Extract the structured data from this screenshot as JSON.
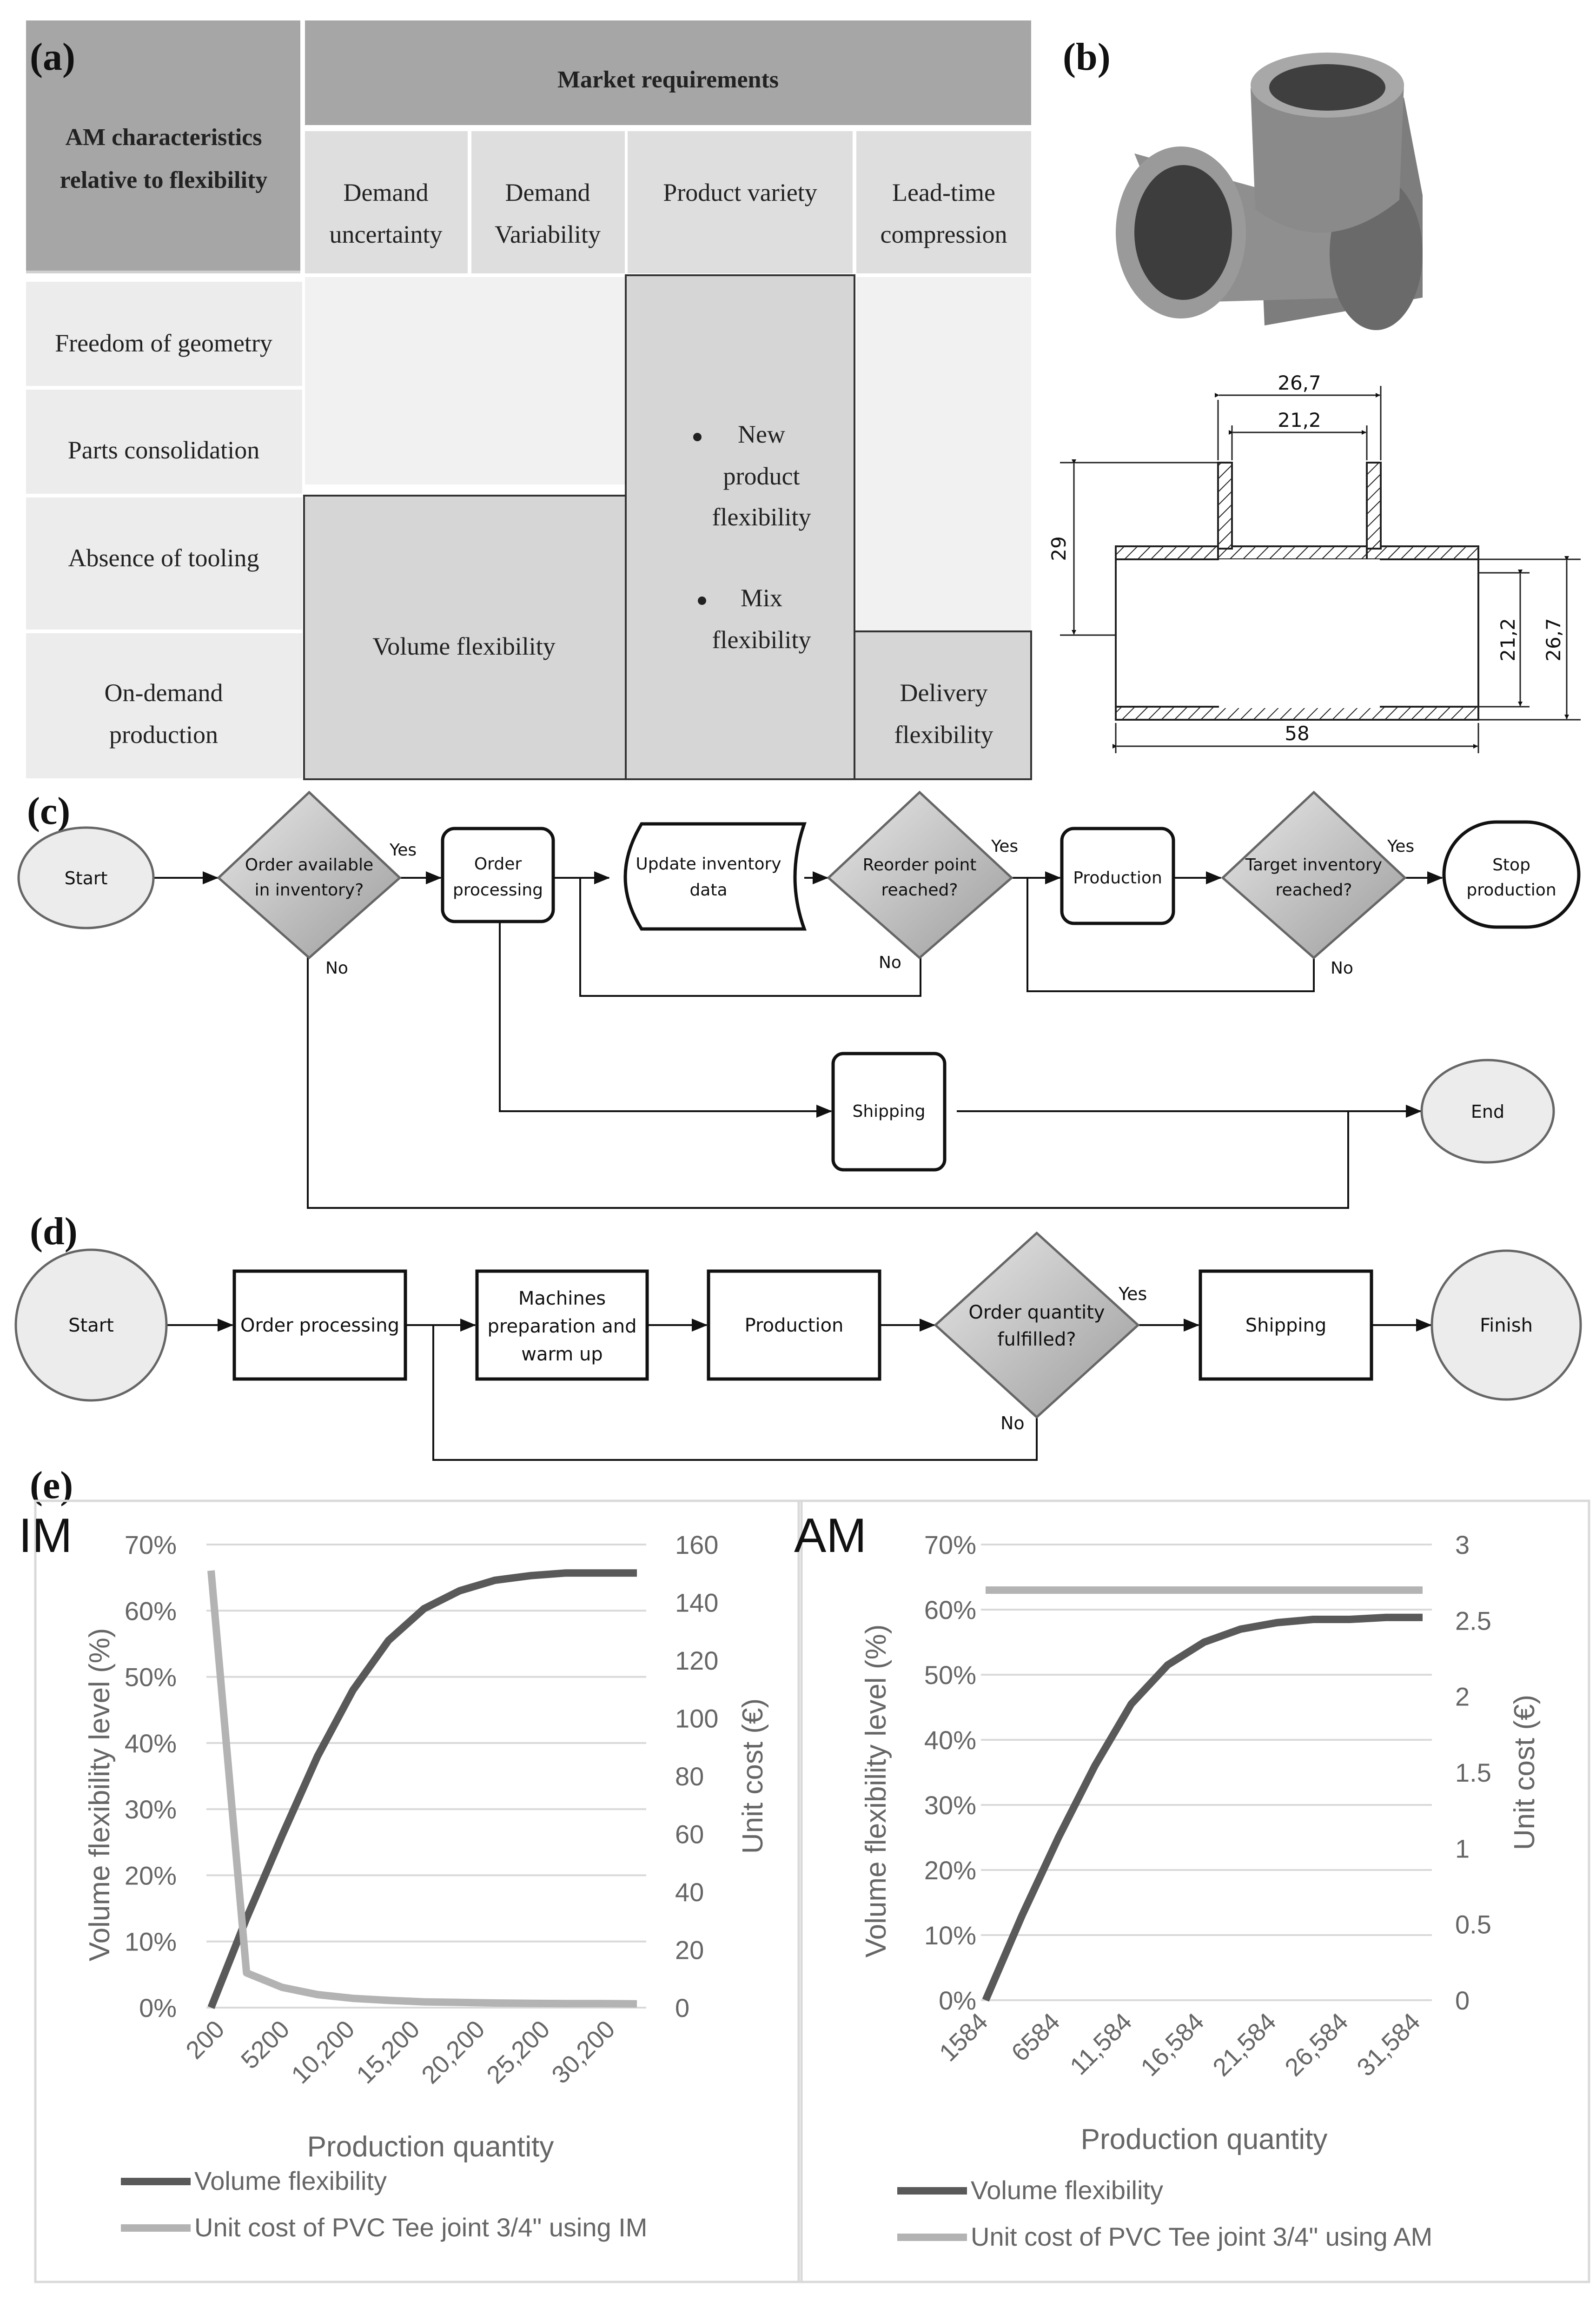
{
  "panel_labels": {
    "a": "(a)",
    "b": "(b)",
    "c": "(c)",
    "d": "(d)",
    "e": "(e)"
  },
  "table": {
    "corner": [
      "AM characteristics",
      "relative to flexibility"
    ],
    "header": "Market requirements",
    "columns": [
      [
        "Demand",
        "uncertainty"
      ],
      [
        "Demand",
        "Variability"
      ],
      [
        "Product variety"
      ],
      [
        "Lead-time",
        "compression"
      ]
    ],
    "rows": [
      [
        "Freedom of geometry"
      ],
      [
        "Parts consolidation"
      ],
      [
        "Absence of tooling"
      ],
      [
        "On-demand",
        "production"
      ]
    ],
    "volume": "Volume flexibility",
    "variety": [
      "New",
      "product",
      "flexibility",
      "Mix",
      "flexibility"
    ],
    "delivery": [
      "Delivery",
      "flexibility"
    ]
  },
  "drawing": {
    "top_outer": "26,7",
    "top_inner": "21,2",
    "height": "29",
    "right_inner": "21,2",
    "right_outer": "26,7",
    "length": "58"
  },
  "flow_c": {
    "start": "Start",
    "d1": [
      "Order available",
      "in inventory?"
    ],
    "p1": [
      "Order",
      "processing"
    ],
    "data": [
      "Update inventory",
      "data"
    ],
    "d2": [
      "Reorder point",
      "reached?"
    ],
    "prod": "Production",
    "d3": [
      "Target inventory",
      "reached?"
    ],
    "stop": [
      "Stop",
      "production"
    ],
    "ship": "Shipping",
    "end": "End",
    "yes": "Yes",
    "no": "No"
  },
  "flow_d": {
    "start": "Start",
    "op": "Order processing",
    "mach": [
      "Machines",
      "preparation and",
      "warm up"
    ],
    "prod": "Production",
    "dq": [
      "Order quantity",
      "fulfilled?"
    ],
    "ship": "Shipping",
    "finish": "Finish",
    "yes": "Yes",
    "no": "No"
  },
  "chart_data": [
    {
      "type": "line",
      "title": "IM",
      "xlabel": "Production quantity",
      "ylabel": "Volume flexibility level (%)",
      "y2label": "Unit cost (€)",
      "x": [
        200,
        2700,
        5200,
        7700,
        10200,
        12700,
        15200,
        17700,
        20200,
        22700,
        25200,
        27700,
        30200
      ],
      "xticks": [
        "200",
        "5200",
        "10,200",
        "15,200",
        "20,200",
        "25,200",
        "30,200"
      ],
      "yticks": [
        "0%",
        "10%",
        "20%",
        "30%",
        "40%",
        "50%",
        "60%",
        "70%"
      ],
      "y2ticks": [
        "0",
        "20",
        "40",
        "60",
        "80",
        "100",
        "120",
        "140",
        "160"
      ],
      "ylim": [
        0,
        70
      ],
      "y2lim": [
        0,
        160
      ],
      "series": [
        {
          "name": "Volume flexibility",
          "axis": "left",
          "color": "#595959",
          "values": [
            0,
            13.5,
            26,
            38,
            48,
            55.5,
            60.3,
            63,
            64.6,
            65.3,
            65.7,
            65.7,
            65.7
          ]
        },
        {
          "name": "Unit cost of PVC Tee joint 3/4\" using IM",
          "axis": "right",
          "color": "#b3b3b3",
          "values": [
            151,
            12,
            7,
            4.5,
            3.2,
            2.5,
            2,
            1.8,
            1.6,
            1.5,
            1.4,
            1.4,
            1.3
          ]
        }
      ],
      "legend": "bottom"
    },
    {
      "type": "line",
      "title": "AM",
      "xlabel": "Production quantity",
      "ylabel": "Volume flexibility level (%)",
      "y2label": "Unit cost (€)",
      "x": [
        1584,
        4084,
        6584,
        9084,
        11584,
        14084,
        16584,
        19084,
        21584,
        24084,
        26584,
        29084,
        31584
      ],
      "xticks": [
        "1584",
        "6584",
        "11,584",
        "16,584",
        "21,584",
        "26,584",
        "31,584"
      ],
      "yticks": [
        "0%",
        "10%",
        "20%",
        "30%",
        "40%",
        "50%",
        "60%",
        "70%"
      ],
      "y2ticks": [
        "0",
        "0.5",
        "1",
        "1.5",
        "2",
        "2.5",
        "3"
      ],
      "ylim": [
        0,
        70
      ],
      "y2lim": [
        0,
        3
      ],
      "series": [
        {
          "name": "Volume flexibility",
          "axis": "left",
          "color": "#595959",
          "values": [
            0,
            13,
            25,
            36,
            45.5,
            51.5,
            55,
            57,
            58,
            58.5,
            58.5,
            58.8,
            58.8
          ]
        },
        {
          "name": "Unit cost of PVC Tee joint 3/4\" using AM",
          "axis": "right",
          "color": "#b3b3b3",
          "values": [
            2.7,
            2.7,
            2.7,
            2.7,
            2.7,
            2.7,
            2.7,
            2.7,
            2.7,
            2.7,
            2.7,
            2.7,
            2.7
          ]
        }
      ],
      "legend": "bottom"
    }
  ]
}
